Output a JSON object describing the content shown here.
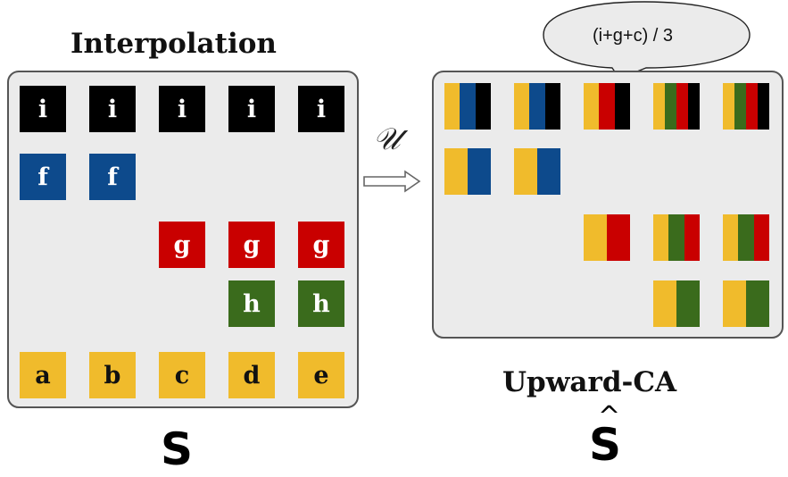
{
  "left": {
    "title": "Interpolation",
    "caption": "S",
    "rows": [
      [
        "i",
        "i",
        "i",
        "i",
        "i"
      ],
      [
        "f",
        "f",
        "",
        "",
        ""
      ],
      [
        "",
        "",
        "g",
        "g",
        "g"
      ],
      [
        "",
        "",
        "",
        "h",
        "h"
      ],
      [
        "a",
        "b",
        "c",
        "d",
        "e"
      ]
    ]
  },
  "operator": {
    "symbol": "𝒰"
  },
  "right": {
    "title": "Upward-CA",
    "caption": "S",
    "caption_hat": "^",
    "bubble": "(i+g+c) / 3",
    "rows": [
      [
        [
          "yellow",
          "blue",
          "black"
        ],
        [
          "yellow",
          "blue",
          "black"
        ],
        [
          "yellow",
          "red",
          "black"
        ],
        [
          "yellow",
          "green",
          "red",
          "black"
        ],
        [
          "yellow",
          "green",
          "red",
          "black"
        ]
      ],
      [
        [
          "yellow",
          "blue"
        ],
        [
          "yellow",
          "blue"
        ],
        [],
        [],
        []
      ],
      [
        [],
        [],
        [
          "yellow",
          "red"
        ],
        [
          "yellow",
          "green",
          "red"
        ],
        [
          "yellow",
          "green",
          "red"
        ]
      ],
      [
        [],
        [],
        [],
        [
          "yellow",
          "green"
        ],
        [
          "yellow",
          "green"
        ]
      ]
    ]
  },
  "colors": {
    "black": "#000000",
    "blue": "#0d4a8c",
    "red": "#c90000",
    "green": "#3a6b1c",
    "yellow": "#f0bb2c",
    "panel_bg": "#ebebeb"
  },
  "letter_colors": {
    "i": "black",
    "f": "blue",
    "g": "red",
    "h": "green",
    "a": "yellow",
    "b": "yellow",
    "c": "yellow",
    "d": "yellow",
    "e": "yellow"
  }
}
